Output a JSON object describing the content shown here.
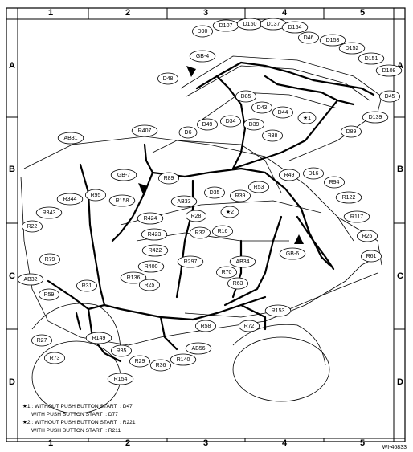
{
  "grid": {
    "columns": [
      "1",
      "2",
      "3",
      "4",
      "5"
    ],
    "rows": [
      "A",
      "B",
      "C",
      "D"
    ]
  },
  "ground_points": [
    "GB-4",
    "GB-7",
    "GB-6"
  ],
  "connectors": [
    "D90",
    "D107",
    "D150",
    "D137",
    "D154",
    "D46",
    "D153",
    "D152",
    "D151",
    "D108",
    "D48",
    "D85",
    "D43",
    "D44",
    "★1",
    "D45",
    "D139",
    "D89",
    "R407",
    "D6",
    "D49",
    "D34",
    "D39",
    "R38",
    "AB31",
    "R89",
    "AB33",
    "D35",
    "R39",
    "R53",
    "R49",
    "D16",
    "R94",
    "R122",
    "R117",
    "R26",
    "R61",
    "R344",
    "R95",
    "R158",
    "R424",
    "R28",
    "★2",
    "R16",
    "R343",
    "R22",
    "R423",
    "R422",
    "R32",
    "R79",
    "R400",
    "R297",
    "AB34",
    "AB32",
    "R136",
    "R70",
    "R63",
    "R31",
    "R25",
    "R59",
    "R153",
    "R58",
    "R72",
    "R27",
    "R149",
    "R35",
    "AB56",
    "R73",
    "R29",
    "R36",
    "R140",
    "R154"
  ],
  "notes": [
    "★1 : WITHOUT PUSH BUTTON START  : D47",
    "      WITH PUSH BUTTON START  : D77",
    "★2 : WITHOUT PUSH BUTTON START  : R221",
    "      WITH PUSH BUTTON START  : R211"
  ],
  "figure_id": "WI-46833"
}
